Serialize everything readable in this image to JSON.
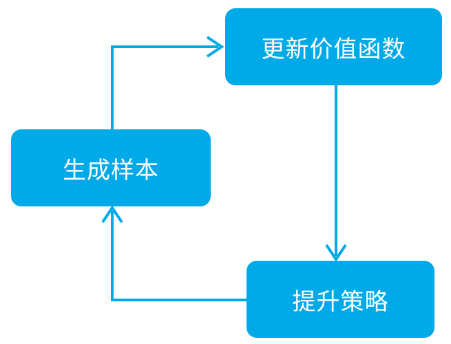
{
  "diagram": {
    "nodes": {
      "update_value_function": "更新价值函数",
      "generate_samples": "生成样本",
      "improve_policy": "提升策略"
    },
    "edges": [
      {
        "from": "generate_samples",
        "to": "update_value_function"
      },
      {
        "from": "update_value_function",
        "to": "improve_policy"
      },
      {
        "from": "improve_policy",
        "to": "generate_samples"
      }
    ]
  },
  "colors": {
    "box_fill": "#00A9E8",
    "arrow": "#00A9E8",
    "text": "#ffffff"
  }
}
